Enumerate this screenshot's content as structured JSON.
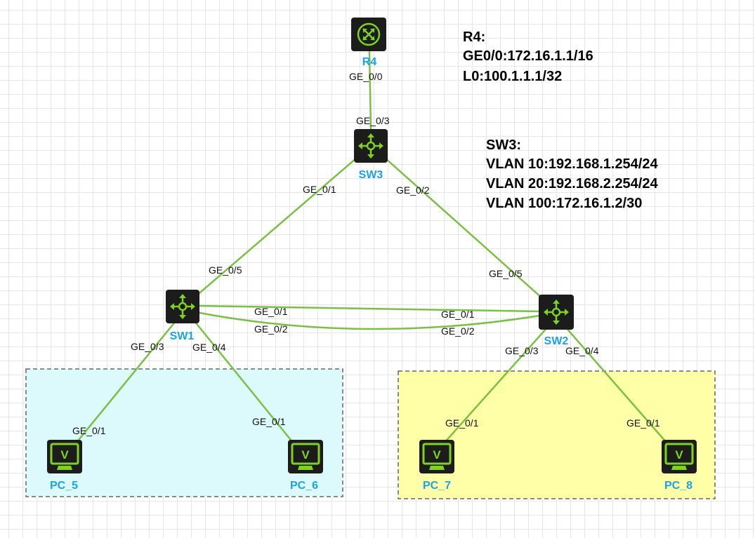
{
  "colors": {
    "link": "#7ac143",
    "device_label": "#1aa3e6",
    "device_body": "#1c1c1c",
    "device_icon": "#7ed321",
    "zone_left_fill": "#dcf9fb",
    "zone_right_fill": "#ffffa8",
    "zone_border": "#666666"
  },
  "devices": {
    "r4": {
      "label": "R4",
      "icon": "router-icon"
    },
    "sw3": {
      "label": "SW3",
      "icon": "l3-switch-icon"
    },
    "sw1": {
      "label": "SW1",
      "icon": "l3-switch-icon"
    },
    "sw2": {
      "label": "SW2",
      "icon": "l3-switch-icon"
    },
    "pc5": {
      "label": "PC_5",
      "icon": "pc-monitor-icon"
    },
    "pc6": {
      "label": "PC_6",
      "icon": "pc-monitor-icon"
    },
    "pc7": {
      "label": "PC_7",
      "icon": "pc-monitor-icon"
    },
    "pc8": {
      "label": "PC_8",
      "icon": "pc-monitor-icon"
    }
  },
  "ports": {
    "r4_ge00": "GE_0/0",
    "sw3_ge03": "GE_0/3",
    "sw3_ge01": "GE_0/1",
    "sw3_ge02": "GE_0/2",
    "sw1_ge05": "GE_0/5",
    "sw2_ge05": "GE_0/5",
    "sw1_ge01": "GE_0/1",
    "sw1_ge02": "GE_0/2",
    "sw2_ge01": "GE_0/1",
    "sw2_ge02": "GE_0/2",
    "sw1_ge03": "GE_0/3",
    "sw1_ge04": "GE_0/4",
    "sw2_ge03": "GE_0/3",
    "sw2_ge04": "GE_0/4",
    "pc5_ge01": "GE_0/1",
    "pc6_ge01": "GE_0/1",
    "pc7_ge01": "GE_0/1",
    "pc8_ge01": "GE_0/1"
  },
  "notes": {
    "r4": {
      "title": "R4:",
      "lines": [
        "GE0/0:172.16.1.1/16",
        "L0:100.1.1.1/32"
      ]
    },
    "sw3": {
      "title": "SW3:",
      "lines": [
        "VLAN 10:192.168.1.254/24",
        "VLAN 20:192.168.2.254/24",
        "VLAN 100:172.16.1.2/30"
      ]
    }
  }
}
